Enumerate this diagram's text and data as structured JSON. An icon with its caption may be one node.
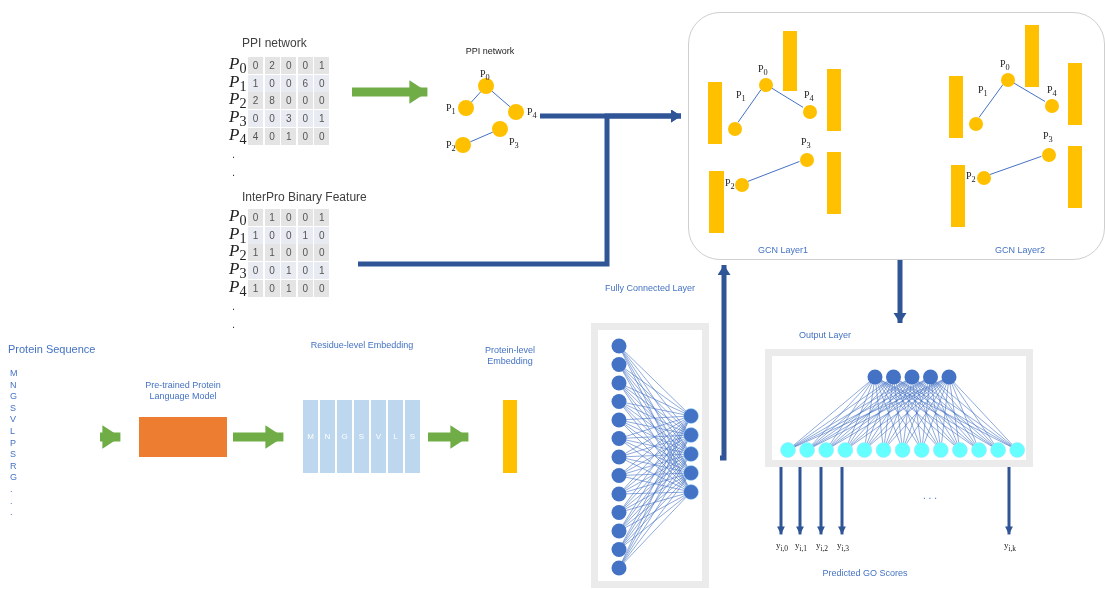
{
  "diagram": {
    "nodes": [
      {
        "text": [
          "PPI network"
        ]
      },
      {
        "text": [
          "InterPro Binary Feature"
        ]
      },
      {
        "text": [
          "PPI network"
        ]
      },
      {
        "text": [],
        "shape": "circle",
        "beside": [
          "P$_{0}$"
        ],
        "in": 2
      },
      {
        "text": [],
        "shape": "circle",
        "beside": [
          "P$_{1}$"
        ],
        "in": 2
      },
      {
        "text": [],
        "shape": "circle",
        "beside": [
          "P$_{4}$"
        ],
        "in": 2
      },
      {
        "text": [],
        "shape": "circle",
        "beside": [
          "P$_{2}$"
        ],
        "in": 2
      },
      {
        "text": [],
        "shape": "circle",
        "beside": [
          "P$_{3}$"
        ],
        "in": 2
      },
      {
        "text": [],
        "shape": "box"
      },
      {
        "text": [
          "GCN Layer1"
        ],
        "in": 8
      },
      {
        "text": [
          "GCN Layer2"
        ],
        "in": 8
      },
      {
        "text": [],
        "shape": "circle",
        "beside": [
          "P$_{0}$"
        ],
        "in": 9
      },
      {
        "text": [],
        "shape": "circle",
        "beside": [
          "P$_{1}$"
        ],
        "in": 9
      },
      {
        "text": [],
        "shape": "circle",
        "beside": [
          "P$_{4}$"
        ],
        "in": 9
      },
      {
        "text": [],
        "shape": "circle",
        "beside": [
          "P$_{2}$"
        ],
        "in": 9
      },
      {
        "text": [],
        "shape": "circle",
        "beside": [
          "P$_{3}$"
        ],
        "in": 9
      },
      {
        "text": [],
        "shape": "circle",
        "beside": [
          "P$_{0}$"
        ],
        "in": 10
      },
      {
        "text": [],
        "shape": "circle",
        "beside": [
          "P$_{1}$"
        ],
        "in": 10
      },
      {
        "text": [],
        "shape": "circle",
        "beside": [
          "P$_{4}$"
        ],
        "in": 10
      },
      {
        "text": [],
        "shape": "circle",
        "beside": [
          "P$_{2}$"
        ],
        "in": 10
      },
      {
        "text": [],
        "shape": "circle",
        "beside": [
          "P$_{3}$"
        ],
        "in": 10
      },
      {
        "text": [
          "Protein Sequence",
          "M N G S V L P S R G . . ."
        ]
      },
      {
        "text": [
          "Pre-trained Protein Language Model"
        ]
      },
      {
        "text": [
          "Residue-level Embedding"
        ]
      },
      {
        "text": [
          "M"
        ],
        "in": 23
      },
      {
        "text": [
          "N"
        ],
        "in": 23
      },
      {
        "text": [
          "G"
        ],
        "in": 23
      },
      {
        "text": [
          "S"
        ],
        "in": 23
      },
      {
        "text": [
          "V"
        ],
        "in": 23
      },
      {
        "text": [
          "L"
        ],
        "in": 23
      },
      {
        "text": [
          "S"
        ],
        "in": 23
      },
      {
        "text": [
          "Protein-level Embedding"
        ]
      },
      {
        "text": [
          "Fully Connected Layer"
        ]
      },
      {
        "text": [
          "Output Layer"
        ]
      },
      {
        "text": [
          "y$_{i,0}$"
        ]
      },
      {
        "text": [
          "y$_{i,1}$"
        ]
      },
      {
        "text": [
          "y$_{i,2}$"
        ]
      },
      {
        "text": [
          "y$_{i,3}$"
        ]
      },
      {
        "text": [
          "y$_{i,k}$"
        ]
      }
    ],
    "edges": [
      {
        "from": 0,
        "to": 2,
        "arrow": "to",
        "style": "thick",
        "color": "#70ad47"
      },
      {
        "from": 21,
        "to": 22,
        "arrow": "to",
        "style": "thick",
        "color": "#70ad47"
      },
      {
        "from": 22,
        "to": 23,
        "arrow": "to",
        "style": "thick",
        "color": "#70ad47"
      },
      {
        "from": 23,
        "to": 31,
        "arrow": "to",
        "style": "thick",
        "color": "#70ad47"
      },
      {
        "from": 2,
        "to": 8,
        "arrow": "to"
      },
      {
        "from": 1,
        "to": 8,
        "arrow": "to"
      },
      {
        "from": 32,
        "to": 9,
        "arrow": "to"
      },
      {
        "from": 8,
        "to": 33,
        "arrow": "to"
      },
      {
        "from": 33,
        "to": 34,
        "arrow": "to"
      },
      {
        "from": 33,
        "to": 35,
        "arrow": "to"
      },
      {
        "from": 33,
        "to": 36,
        "arrow": "to"
      },
      {
        "from": 33,
        "to": 37,
        "arrow": "to"
      },
      {
        "from": 33,
        "to": 38,
        "arrow": "to"
      },
      {
        "from": 3,
        "to": 4,
        "arrow": "none",
        "color": "#4472c4"
      },
      {
        "from": 3,
        "to": 5,
        "arrow": "none",
        "color": "#4472c4"
      },
      {
        "from": 6,
        "to": 7,
        "arrow": "none",
        "color": "#4472c4"
      },
      {
        "from": 11,
        "to": 12,
        "arrow": "none",
        "color": "#4472c4"
      },
      {
        "from": 11,
        "to": 13,
        "arrow": "none",
        "color": "#4472c4"
      },
      {
        "from": 14,
        "to": 15,
        "arrow": "none",
        "color": "#4472c4"
      },
      {
        "from": 16,
        "to": 17,
        "arrow": "none",
        "color": "#4472c4"
      },
      {
        "from": 16,
        "to": 18,
        "arrow": "none",
        "color": "#4472c4"
      },
      {
        "from": 19,
        "to": 20,
        "arrow": "none",
        "color": "#4472c4"
      }
    ],
    "labels": [
      "*P*$_{0}$",
      "0",
      "2",
      "0",
      "0",
      "1",
      "*P*$_{1}$",
      "1",
      "0",
      "0",
      "6",
      "0",
      "*P*$_{2}$",
      "2",
      "8",
      "0",
      "0",
      "0",
      "*P*$_{3}$",
      "0",
      "0",
      "3",
      "0",
      "1",
      "*P*$_{4}$",
      "4",
      "0",
      "1",
      "0",
      "0",
      ".",
      ".",
      "*P*$_{0}$",
      "0",
      "1",
      "0",
      "0",
      "1",
      "*P*$_{1}$",
      "1",
      "0",
      "0",
      "1",
      "0",
      "*P*$_{2}$",
      "1",
      "1",
      "0",
      "0",
      "0",
      "*P*$_{3}$",
      "0",
      "0",
      "1",
      "0",
      "1",
      "*P*$_{4}$",
      "1",
      "0",
      "1",
      "0",
      "0",
      ".",
      ".",
      ". . .",
      "Predicted GO Scores"
    ]
  }
}
